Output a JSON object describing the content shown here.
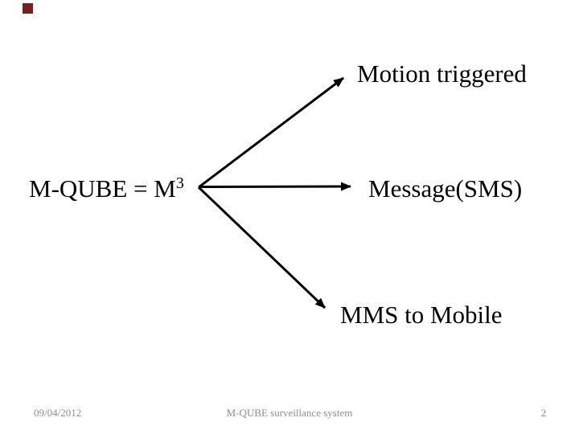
{
  "slide": {
    "formula": {
      "base": "M-QUBE = M",
      "superscript": "3"
    },
    "targets": [
      {
        "label": "Motion triggered"
      },
      {
        "label": "Message(SMS)"
      },
      {
        "label": "MMS to Mobile"
      }
    ],
    "footer": {
      "date": "09/04/2012",
      "center_text": "M-QUBE surveillance system",
      "page_number": "2"
    },
    "colors": {
      "background": "#ffffff",
      "text": "#000000",
      "arrow": "#000000",
      "footer_text": "#909090",
      "corner_marker": "#7a1f1f"
    }
  }
}
